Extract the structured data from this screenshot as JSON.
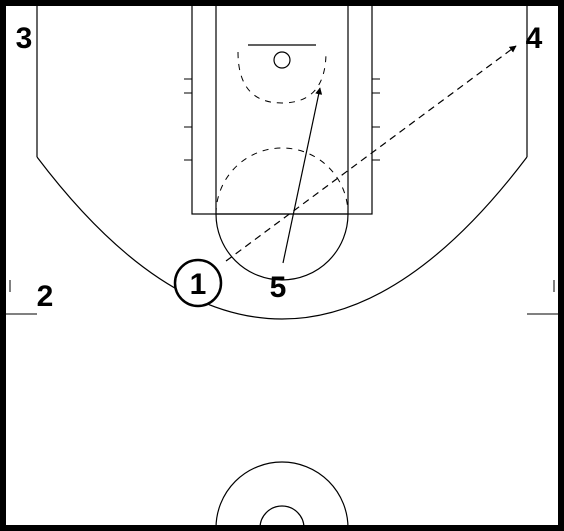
{
  "diagram": {
    "players": {
      "p1": "1",
      "p2": "2",
      "p3": "3",
      "p4": "4",
      "p5": "5"
    },
    "actions": [
      {
        "from": "5",
        "type": "cut",
        "line_style": "solid"
      },
      {
        "from": "1",
        "to": "4",
        "type": "pass",
        "line_style": "dashed"
      }
    ],
    "ball_handler": "1",
    "colors": {
      "lines": "#000000",
      "background": "#ffffff"
    }
  }
}
